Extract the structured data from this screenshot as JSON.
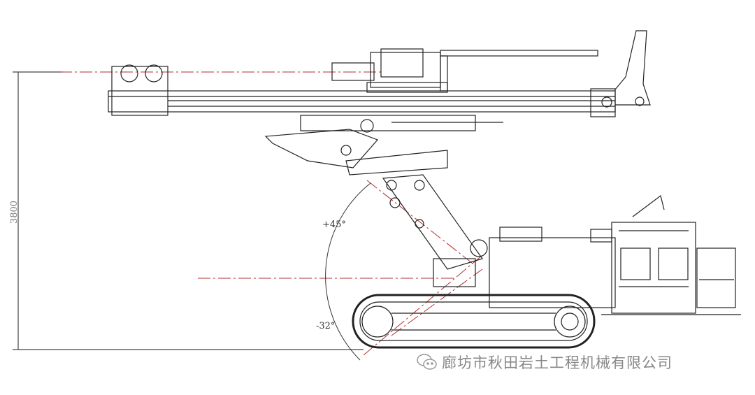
{
  "drawing": {
    "dimension_label": "3800",
    "angle_up_label": "+45°",
    "angle_down_label": "-32°"
  },
  "watermark": {
    "icon": "wechat-icon",
    "text": "廊坊市秋田岩土工程机械有限公司"
  },
  "colors": {
    "line": "#222222",
    "centerline": "#b03030",
    "watermark": "#888888"
  }
}
